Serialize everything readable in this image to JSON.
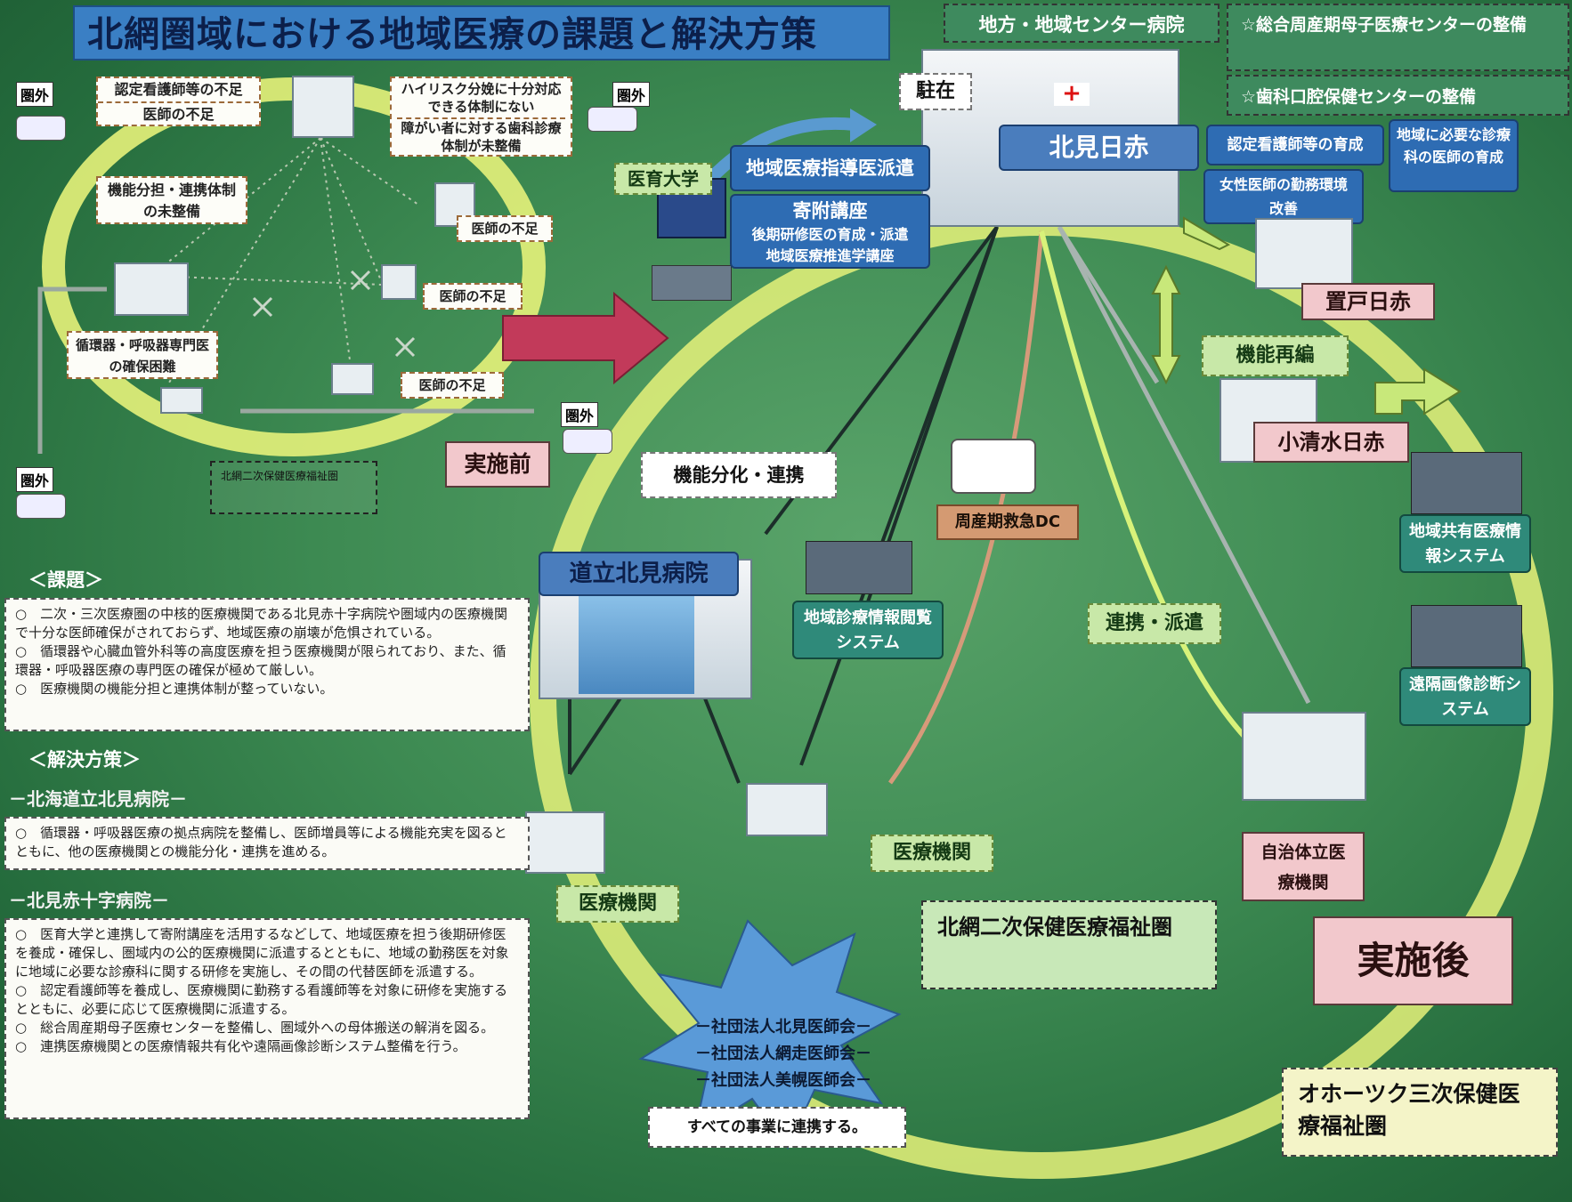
{
  "title": "北網圏域における地域医療の課題と解決方策",
  "top_right": {
    "center_hospital": "地方・地域センター病院",
    "perinatal": "☆総合周産期母子医療センターの整備",
    "dental": "☆歯科口腔保健センターの整備"
  },
  "before": {
    "outside_labels": [
      "圏外",
      "圏外",
      "圏外",
      "圏外"
    ],
    "issues": [
      "認定看護師等の不足",
      "医師の不足",
      "ハイリスク分娩に十分対応できる体制にない",
      "障がい者に対する歯科診療体制が未整備",
      "機能分担・連携体制の未整備",
      "医師の不足",
      "医師の不足",
      "循環器・呼吸器専門医の確保困難",
      "医師の不足"
    ],
    "area_label": "北網二次保健医療福祉圏",
    "badge": "実施前"
  },
  "after": {
    "stationed": "駐在",
    "kitami_red_cross": "北見日赤",
    "medical_university": "医育大学",
    "dispatch": "地域医療指導医派遣",
    "endowed_title": "寄附講座",
    "endowed_sub1": "後期研修医の育成・派遣",
    "endowed_sub2": "地域医療推進学講座",
    "nurse_training": "認定看護師等の育成",
    "specialty_training": "地域に必要な診療科の医師の育成",
    "female_doctor": "女性医師の勤務環境改善",
    "oketo": "置戸日赤",
    "reorg": "機能再編",
    "koshimizu": "小清水日赤",
    "function_split": "機能分化・連携",
    "perinatal_dc": "周産期救急DC",
    "dohritsu": "道立北見病院",
    "regional_info": "地域診療情報閲覧システム",
    "shared_info": "地域共有医療情報システム",
    "remote_image": "遠隔画像診断システム",
    "coop_dispatch": "連携・派遣",
    "medical_inst": "医療機関",
    "medical_inst2": "医療機関",
    "municipal": "自治体立医療機関",
    "area_label": "北網二次保健医療福祉圏",
    "badge": "実施後",
    "okhotsk": "オホーツク三次保健医療福祉圏",
    "associations": [
      "－社団法人北見医師会－",
      "－社団法人網走医師会－",
      "－社団法人美幌医師会－"
    ],
    "associations_note": "すべての事業に連携する。"
  },
  "issues_section": {
    "heading": "＜課題＞",
    "items": [
      "○　二次・三次医療圏の中核的医療機関である北見赤十字病院や圏域内の医療機関で十分な医師確保がされておらず、地域医療の崩壊が危惧されている。",
      "○　循環器や心臓血管外科等の高度医療を担う医療機関が限られており、また、循環器・呼吸器医療の専門医の確保が極めて厳しい。",
      "○　医療機関の機能分担と連携体制が整っていない。"
    ]
  },
  "solutions_section": {
    "heading": "＜解決方策＞",
    "dohritsu_head": "－北海道立北見病院－",
    "dohritsu_text": "○　循環器・呼吸器医療の拠点病院を整備し、医師増員等による機能充実を図るとともに、他の医療機関との機能分化・連携を進める。",
    "kitami_head": "－北見赤十字病院－",
    "kitami_items": [
      "○　医育大学と連携して寄附講座を活用するなどして、地域医療を担う後期研修医を養成・確保し、圏域内の公的医療機関に派遣するとともに、地域の勤務医を対象に地域に必要な診療科に関する研修を実施し、その間の代替医師を派遣する。",
      "○　認定看護師等を養成し、医療機関に勤務する看護師等を対象に研修を実施するとともに、必要に応じて医療機関に派遣する。",
      "○　総合周産期母子医療センターを整備し、圏域外への母体搬送の解消を図る。",
      "○　連携医療機関との医療情報共有化や遠隔画像診断システム整備を行う。"
    ]
  },
  "colors": {
    "title_bg": "#3a7fc4",
    "ring": "#e6f27a",
    "arrow_pink": "#c23a5a"
  }
}
